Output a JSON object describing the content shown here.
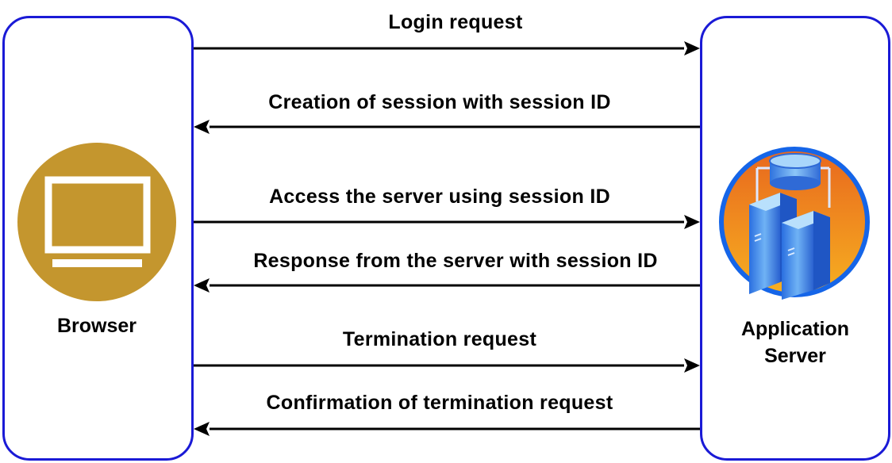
{
  "participants": {
    "browser": {
      "label": "Browser",
      "icon": "monitor-icon",
      "icon_color": "#c4962e"
    },
    "server": {
      "label_line1": "Application",
      "label_line2": "Server",
      "icon": "server-icon",
      "ring_color": "#1565e8"
    }
  },
  "messages": [
    {
      "label": "Login request",
      "direction": "to-server"
    },
    {
      "label": "Creation of session with session ID",
      "direction": "to-browser"
    },
    {
      "label": "Access the server using session ID",
      "direction": "to-server"
    },
    {
      "label": "Response from the server with session ID",
      "direction": "to-browser"
    },
    {
      "label": "Termination request",
      "direction": "to-server"
    },
    {
      "label": "Confirmation of termination request",
      "direction": "to-browser"
    }
  ],
  "colors": {
    "border": "#1a1ad6",
    "arrow": "#000000"
  }
}
